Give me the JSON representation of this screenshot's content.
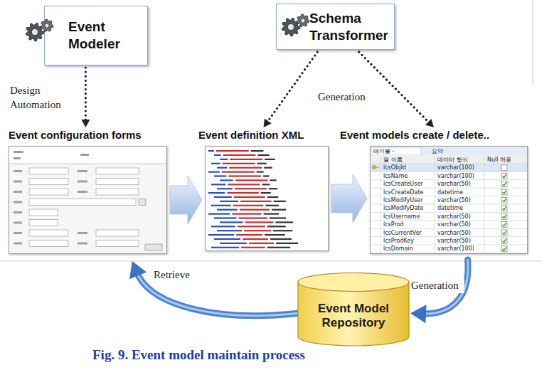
{
  "diagram": {
    "caption": "Fig. 9. Event model maintain process",
    "nodes": [
      {
        "text": [
          "Event Modeler"
        ]
      },
      {
        "text": [
          "Schema Transformer"
        ]
      },
      {
        "text": [
          "Event configuration forms"
        ]
      },
      {
        "text": [
          "Event definition XML"
        ]
      },
      {
        "text": [
          "Event models create / delete.."
        ]
      },
      {
        "text": [
          "Event Model Repository"
        ]
      }
    ],
    "edges": [
      {
        "from": 0,
        "to": 2,
        "label": "Design Automation",
        "arrow": "to"
      },
      {
        "from": 1,
        "to": 3,
        "label": "Generation",
        "arrow": "to"
      },
      {
        "from": 1,
        "to": 4,
        "arrow": "to"
      },
      {
        "from": 2,
        "to": 3,
        "arrow": "to"
      },
      {
        "from": 3,
        "to": 4,
        "arrow": "to"
      },
      {
        "from": 5,
        "to": 2,
        "label": "Retrieve",
        "arrow": "to"
      },
      {
        "from": 4,
        "to": 5,
        "label": "Generation",
        "arrow": "to"
      }
    ],
    "labels": [
      "테이블 -",
      "요약",
      "열 이름",
      "데이터 형식",
      "Null 허용",
      "lcsObjId",
      "varchar(100)",
      "lcsName",
      "varchar(100)",
      "lcsCreateUser",
      "varchar(50)",
      "lcsCreateDate",
      "datetime",
      "lcsModifyUser",
      "varchar(50)",
      "lcsModifyDate",
      "datetime",
      "lcsUsername",
      "varchar(50)",
      "lcsProd",
      "varchar(50)",
      "lcsCurrentVer",
      "varchar(50)",
      "lcsProdKey",
      "varchar(50)",
      "lcsDomain",
      "varchar(100)"
    ]
  }
}
